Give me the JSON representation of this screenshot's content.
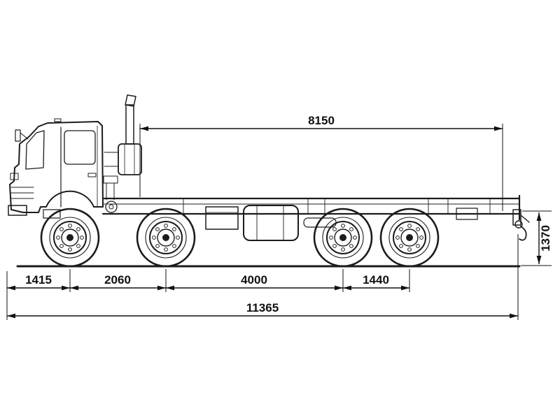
{
  "diagram": {
    "type": "technical-dimension-drawing",
    "subject": "truck-chassis-side-view",
    "dimensions": {
      "top_span": "8150",
      "frame_height": "1370",
      "front_overhang": "1415",
      "axle_1_2": "2060",
      "axle_2_3": "4000",
      "axle_3_4": "1440",
      "overall_length": "11365"
    },
    "colors": {
      "line": "#1c1c1c",
      "dimension": "#111111",
      "background": "#ffffff"
    }
  }
}
